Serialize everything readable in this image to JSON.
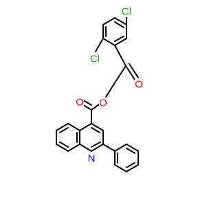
{
  "molecule": {
    "atom_labels": {
      "cl_top": "Cl",
      "cl_ortho": "Cl",
      "o_ketone": "O",
      "o_ester_carbonyl": "O",
      "o_ester_link": "O",
      "n_ring": "N"
    },
    "colors": {
      "bond": "#000000",
      "chlorine": "#1FA01F",
      "oxygen": "#FF0000",
      "nitrogen": "#0000FF"
    }
  }
}
